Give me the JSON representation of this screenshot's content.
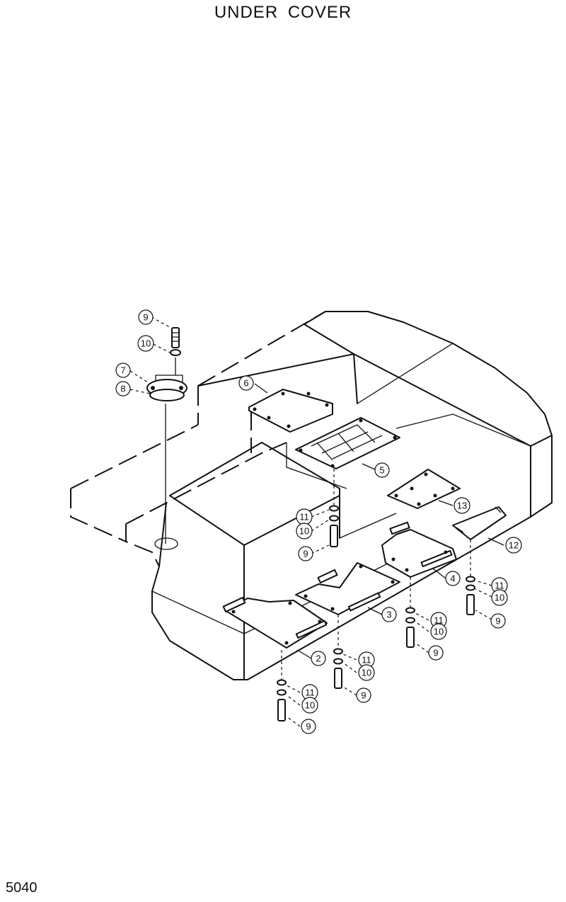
{
  "title": "UNDER  COVER",
  "page_number": "5040",
  "callouts": [
    {
      "label": "9"
    },
    {
      "label": "10"
    },
    {
      "label": "7"
    },
    {
      "label": "8"
    },
    {
      "label": "6"
    },
    {
      "label": "5"
    },
    {
      "label": "13"
    },
    {
      "label": "12"
    },
    {
      "label": "11"
    },
    {
      "label": "10"
    },
    {
      "label": "9"
    },
    {
      "label": "4"
    },
    {
      "label": "11"
    },
    {
      "label": "10"
    },
    {
      "label": "9"
    },
    {
      "label": "3"
    },
    {
      "label": "11"
    },
    {
      "label": "10"
    },
    {
      "label": "9"
    },
    {
      "label": "2"
    },
    {
      "label": "11"
    },
    {
      "label": "10"
    },
    {
      "label": "9"
    },
    {
      "label": "11"
    },
    {
      "label": "10"
    },
    {
      "label": "9"
    }
  ]
}
